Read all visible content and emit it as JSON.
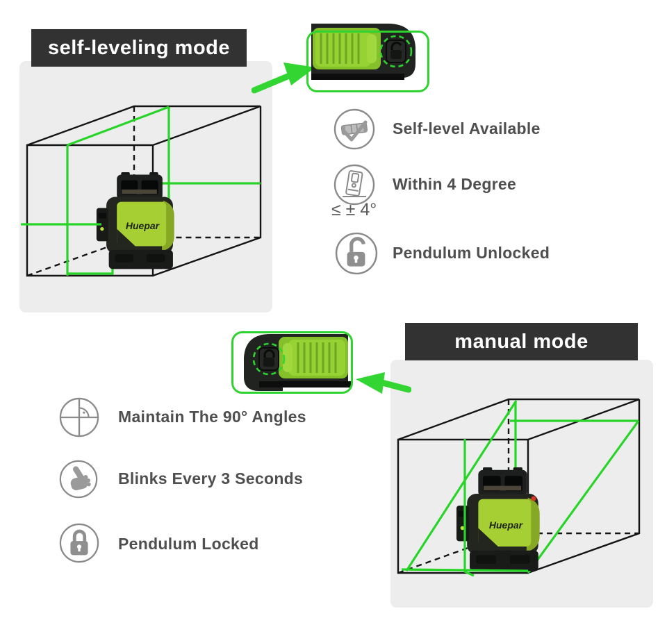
{
  "colors": {
    "banner_bg": "#323232",
    "panel_bg": "#ededed",
    "laser_green": "#27d427",
    "arrow_green": "#32d532",
    "outline_green": "#2fd32f",
    "device_face_green": "#a6cf33",
    "slider_green": "#97d234",
    "label_gray": "#4f4f4f",
    "icon_gray": "#8f8f8f",
    "wireframe_black": "#141414"
  },
  "self_leveling_section": {
    "banner": "self-leveling mode",
    "device_logo": "Huepar",
    "features": [
      {
        "icon": "level-check-icon",
        "label": "Self-level Available"
      },
      {
        "icon": "tilted-device-icon",
        "label": "Within 4 Degree",
        "sub_label": "≤ ± 4°"
      },
      {
        "icon": "unlocked-padlock-icon",
        "label": "Pendulum Unlocked"
      }
    ]
  },
  "manual_section": {
    "banner": "manual mode",
    "device_logo": "Huepar",
    "features": [
      {
        "icon": "right-angle-icon",
        "label": "Maintain The 90° Angles"
      },
      {
        "icon": "pointing-hand-icon",
        "label": "Blinks Every 3 Seconds"
      },
      {
        "icon": "locked-padlock-icon",
        "label": "Pendulum Locked"
      }
    ]
  }
}
